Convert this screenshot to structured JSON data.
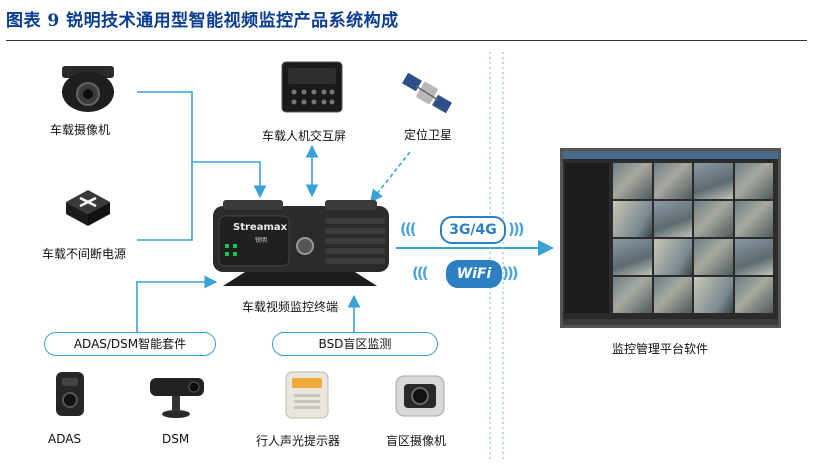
{
  "title": "图表 9 锐明技术通用型智能视频监控产品系统构成",
  "colors": {
    "title": "#0b3d91",
    "connector": "#3aa0d8",
    "badge": "#2d7fc4"
  },
  "nodes": {
    "vehicle_camera": "车载摄像机",
    "ups_power": "车载不间断电源",
    "hmi_screen": "车载人机交互屏",
    "satellite": "定位卫星",
    "terminal": "车载视频监控终端",
    "terminal_brand": "Streamax",
    "terminal_brand_cn": "锐明",
    "software": "监控管理平台软件",
    "adas": "ADAS",
    "dsm": "DSM",
    "pedestrian_alarm": "行人声光提示器",
    "blind_camera": "盲区摄像机"
  },
  "kits": {
    "adas_dsm": "ADAS/DSM智能套件",
    "bsd": "BSD盲区监测"
  },
  "network": {
    "cellular": "3G/4G",
    "wifi": "WiFi"
  }
}
